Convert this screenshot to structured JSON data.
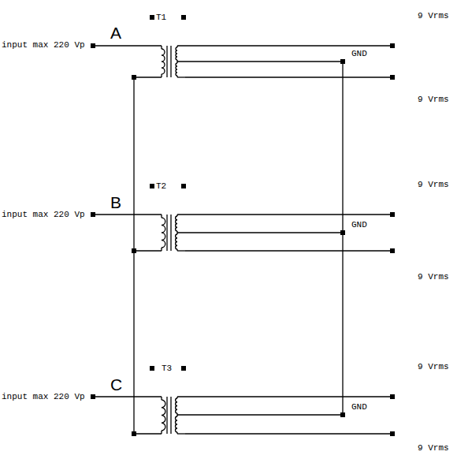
{
  "diagram": {
    "labels": [
      "A",
      "T1",
      "input max 220 Vp",
      "9 Vrms",
      "GND",
      "9 Vrms",
      "B",
      "T2",
      "input max 220 Vp",
      "9 Vrms",
      "GND",
      "9 Vrms",
      "C",
      "T3",
      "input max 220 Vp",
      "9 Vrms",
      "GND",
      "9 Vrms"
    ]
  }
}
